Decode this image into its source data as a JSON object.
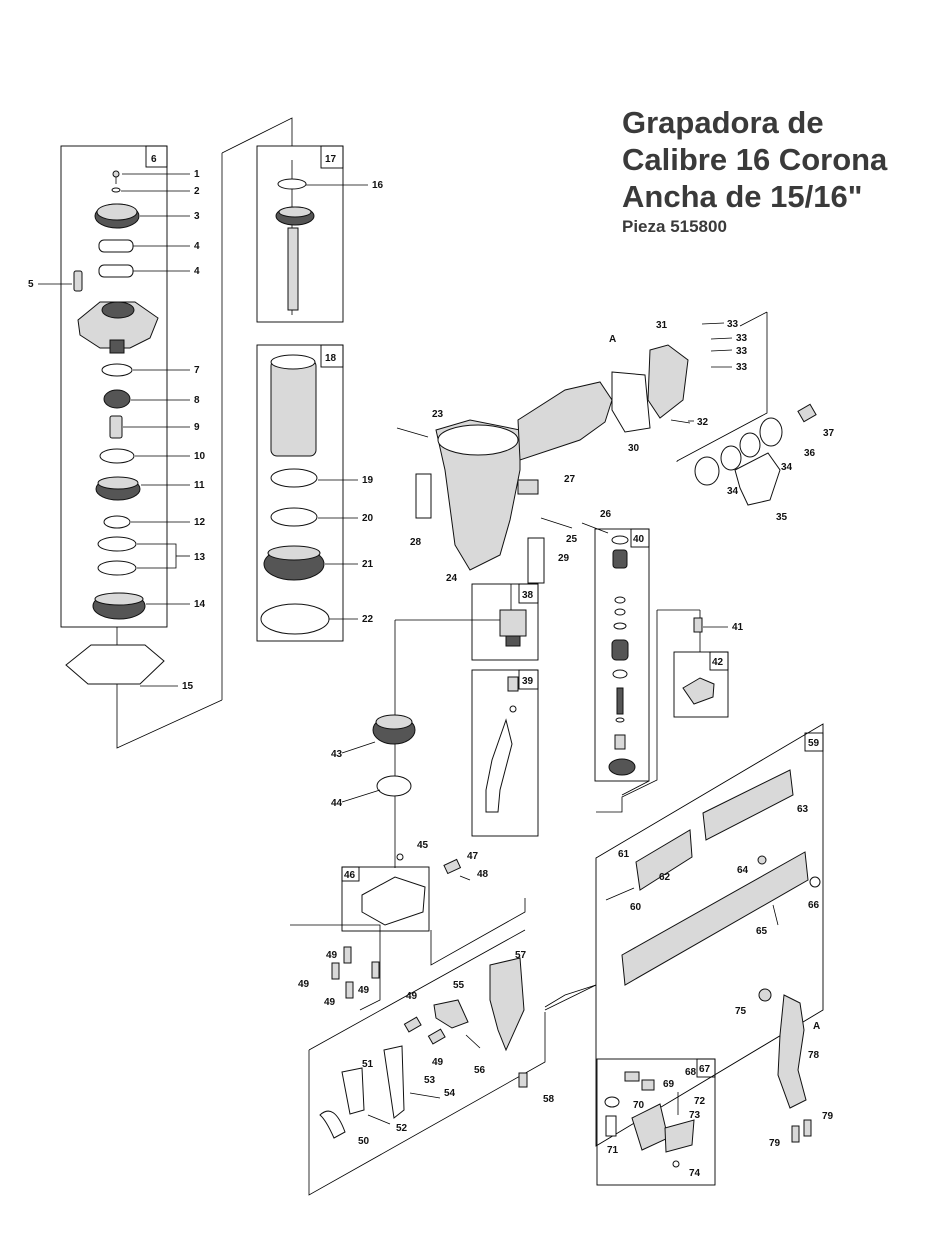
{
  "title": {
    "lines": [
      "Grapadora de",
      "Calibre 16 Corona",
      "Ancha de 15/16\""
    ],
    "subtitle": "Pieza 515800"
  },
  "group_labels": [
    "6",
    "17",
    "18",
    "38",
    "39",
    "40",
    "42",
    "46",
    "59",
    "67"
  ],
  "callouts": [
    "1",
    "2",
    "3",
    "4",
    "4",
    "5",
    "7",
    "8",
    "9",
    "10",
    "11",
    "12",
    "13",
    "14",
    "15",
    "16",
    "19",
    "20",
    "21",
    "22",
    "23",
    "24",
    "25",
    "26",
    "27",
    "28",
    "29",
    "30",
    "31",
    "32",
    "33",
    "33",
    "33",
    "33",
    "34",
    "34",
    "35",
    "36",
    "37",
    "41",
    "43",
    "44",
    "45",
    "47",
    "48",
    "49",
    "49",
    "49",
    "49",
    "49",
    "49",
    "50",
    "51",
    "52",
    "53",
    "54",
    "55",
    "56",
    "57",
    "58",
    "60",
    "61",
    "62",
    "63",
    "64",
    "65",
    "66",
    "68",
    "69",
    "70",
    "71",
    "72",
    "73",
    "74",
    "75",
    "78",
    "79",
    "79"
  ],
  "ref_letters": [
    "A",
    "A"
  ]
}
